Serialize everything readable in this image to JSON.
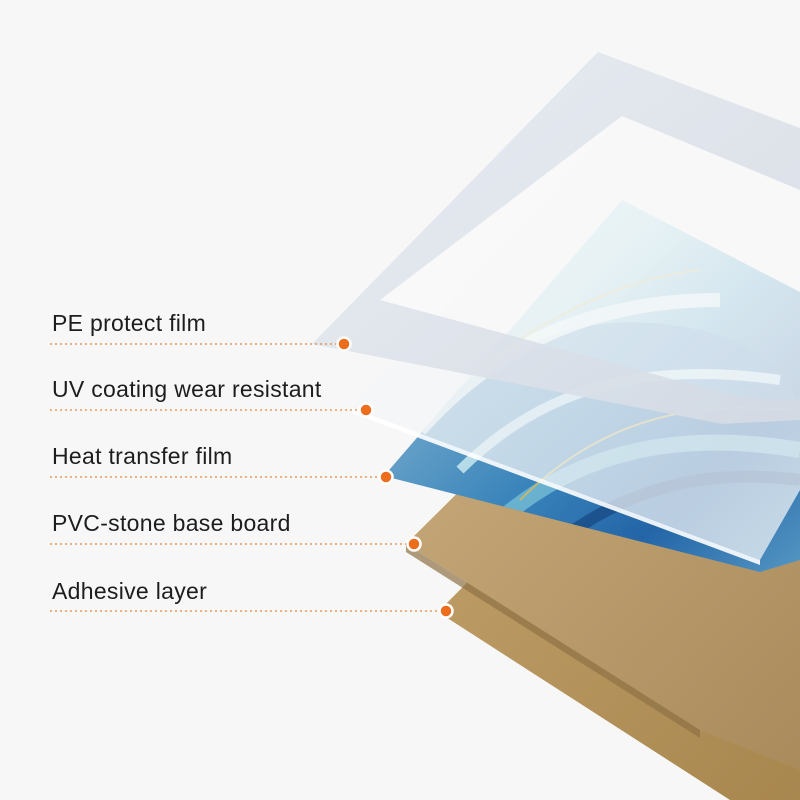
{
  "diagram": {
    "layers": [
      {
        "label": "PE protect film"
      },
      {
        "label": "UV coating wear resistant"
      },
      {
        "label": "Heat transfer film"
      },
      {
        "label": "PVC-stone base board"
      },
      {
        "label": "Adhesive layer"
      }
    ],
    "colors": {
      "background": "#f7f7f7",
      "leader_line": "#e8853b",
      "marker_dot": "#ec6d1b",
      "marker_ring": "#ffffff",
      "pe_film": "#dfe4ec",
      "uv_coating": "#f1f2f4",
      "marble_light": "#bfe3e6",
      "marble_blue": "#1f5f9e",
      "base_board": "#b8996a",
      "adhesive": "#b5945d"
    }
  }
}
